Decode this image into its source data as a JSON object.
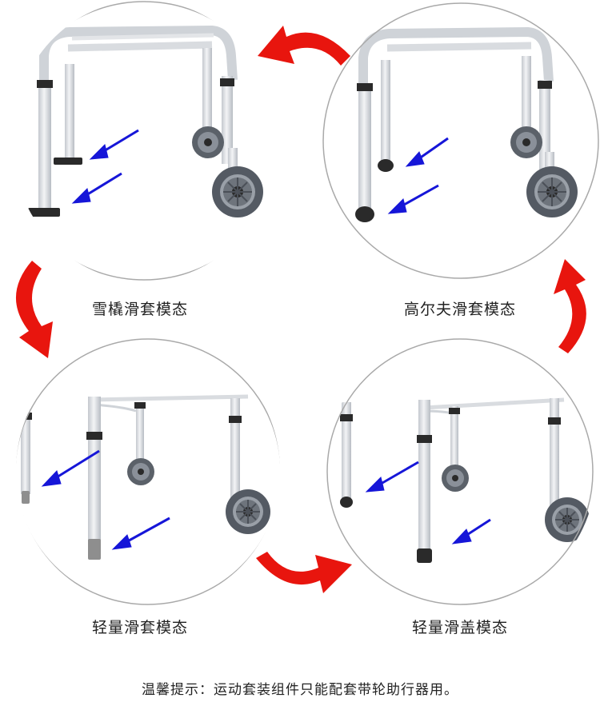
{
  "captions": {
    "ski": "雪橇滑套模态",
    "golf": "高尔夫滑套模态",
    "light_sleeve": "轻量滑套模态",
    "light_cap": "轻量滑盖模态"
  },
  "footer": {
    "tip": "温馨提示：运动套装组件只能配套带轮助行器用。"
  },
  "colors": {
    "cycle_arrow": "#e8150e",
    "pointer_arrow": "#1616d8",
    "frame_metal": "#d7dadf",
    "circle_border": "#a9a9a9",
    "foot_black": "#2a2a2a",
    "foot_gray": "#8e8e8e",
    "wheel_tire": "#545a63"
  },
  "icons": {
    "cycle": "curved-arrow-icon",
    "pointer": "blue-pointer-arrow-icon"
  }
}
